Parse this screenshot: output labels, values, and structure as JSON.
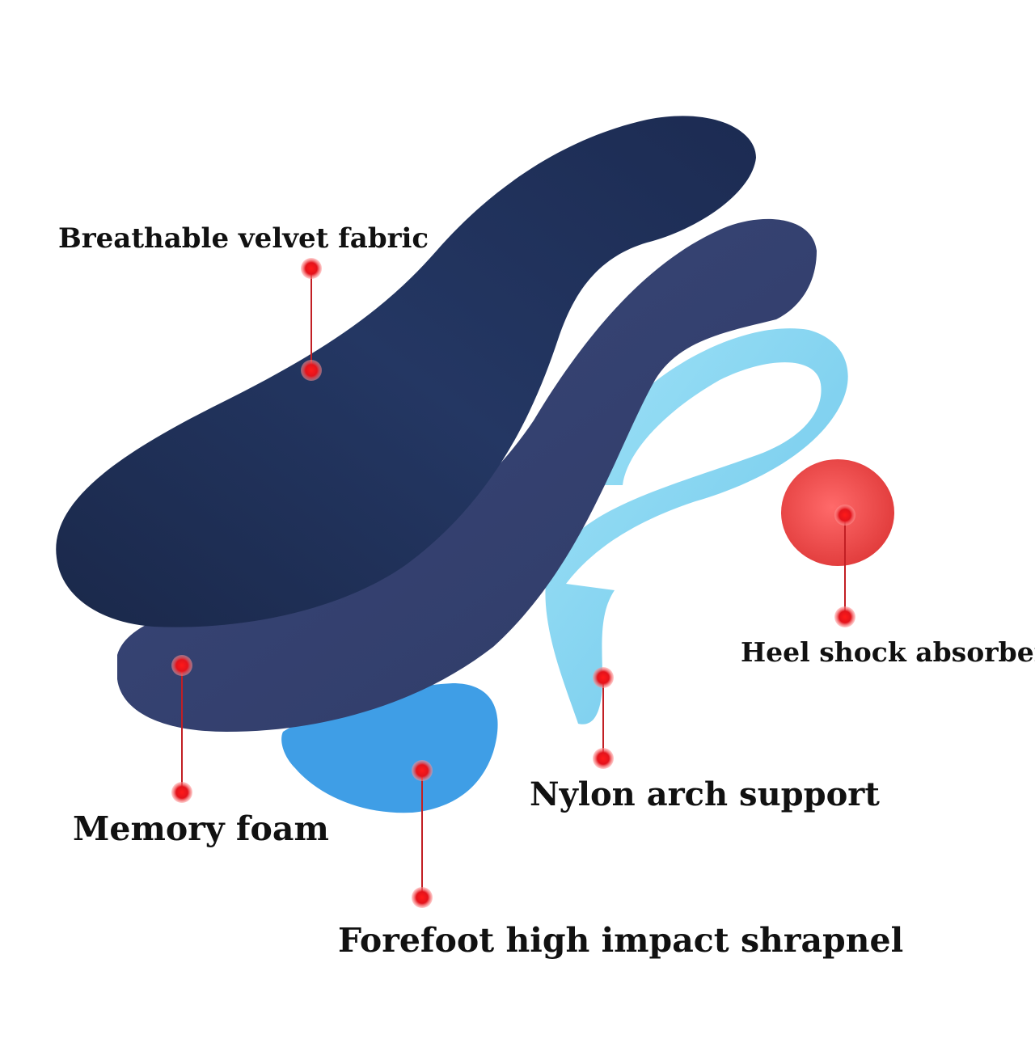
{
  "colors": {
    "top_layer": "#1e2d52",
    "foam_layer": "#3d4a78",
    "arch_support": "#8fd8f2",
    "forefoot_pad": "#3f9ee6",
    "heel_pad": "#ef4a4a",
    "marker": "#e3131b",
    "leader_line": "#c21f24"
  },
  "callouts": {
    "breathable_velvet_fabric": "Breathable velvet fabric",
    "heel_shock_absorber": "Heel shock absorber",
    "nylon_arch_support": "Nylon arch support",
    "memory_foam": "Memory foam",
    "forefoot_high_impact_shrapnel": "Forefoot high impact shrapnel"
  }
}
